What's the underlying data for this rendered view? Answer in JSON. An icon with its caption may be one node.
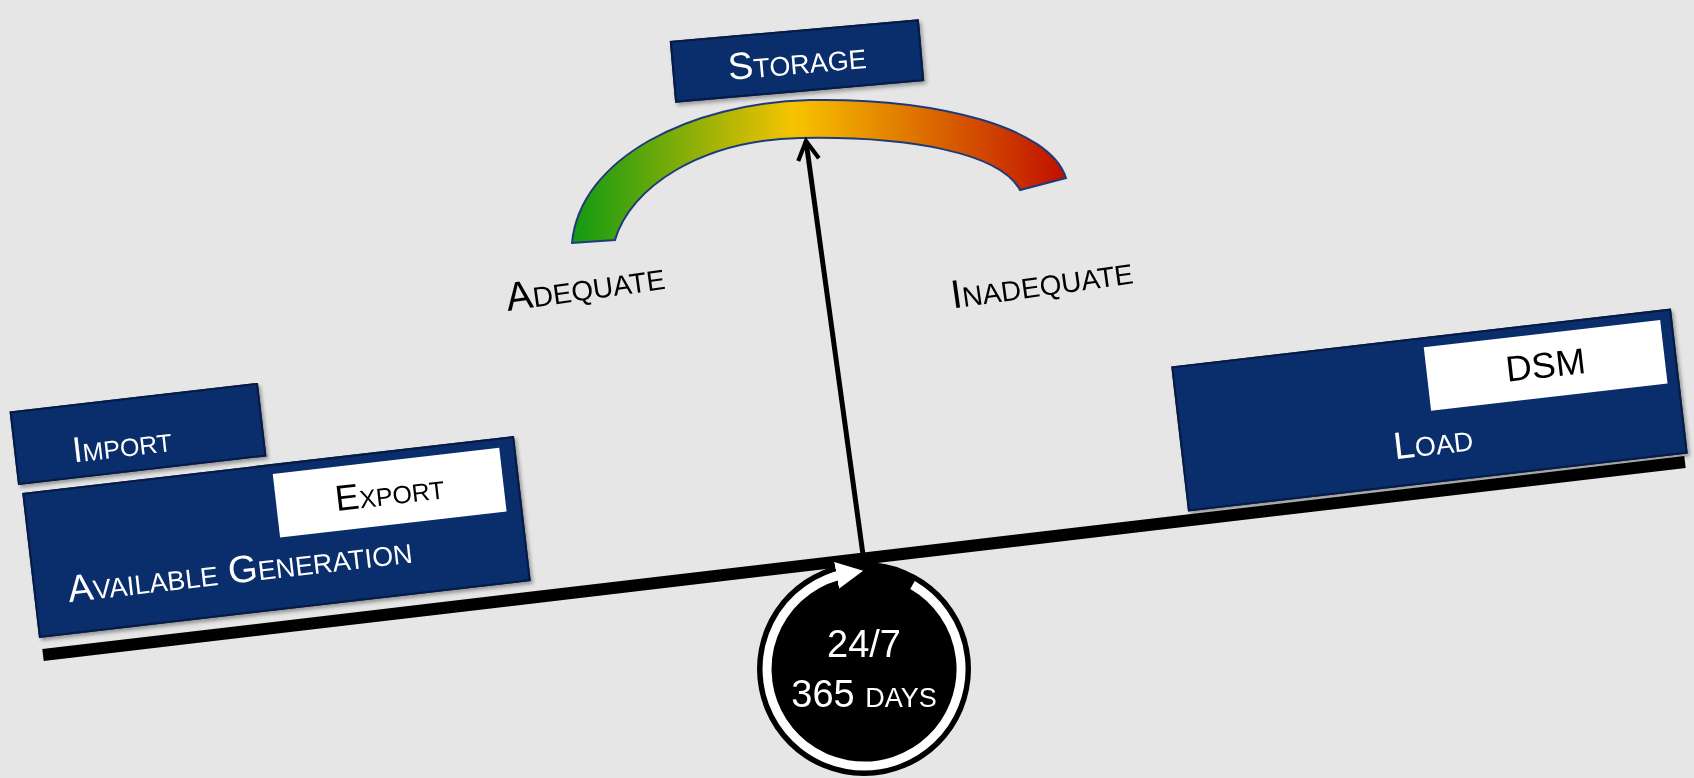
{
  "diagram": {
    "nodes": [
      {
        "text": [
          "Storage"
        ]
      },
      {
        "text": [
          "Import"
        ]
      },
      {
        "text": [
          "Available Generation"
        ]
      },
      {
        "text": [
          "Export"
        ],
        "in": 2
      },
      {
        "text": [
          "Load"
        ]
      },
      {
        "text": [
          "DSM"
        ],
        "in": 4
      },
      {
        "text": [
          "24/7",
          "365 days"
        ]
      },
      {
        "text": [],
        "shape": "gauge"
      }
    ],
    "edges": [
      {
        "from": 6,
        "to": 7,
        "arrow": "to"
      }
    ],
    "labels": [
      "Adequate",
      "Inadequate"
    ]
  }
}
